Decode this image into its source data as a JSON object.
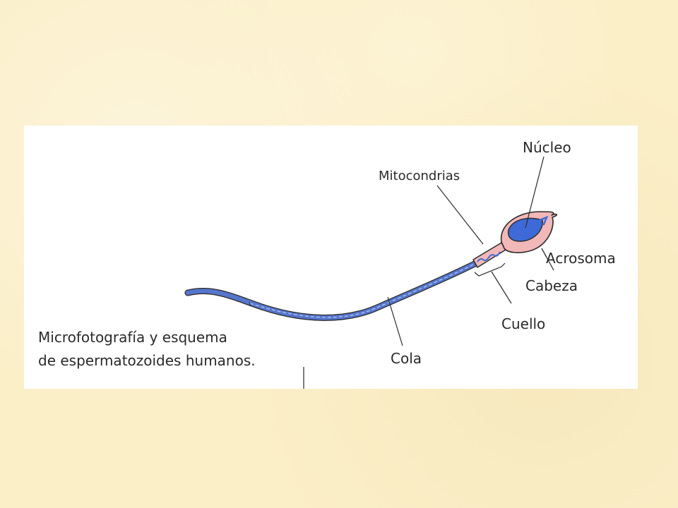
{
  "caption": {
    "line1": "Microfotografía y esquema",
    "line2": "de espermatozoides humanos."
  },
  "labels": {
    "nucleo": "Núcleo",
    "mitocondrias": "Mitocondrias",
    "acrosoma": "Acrosoma",
    "cabeza": "Cabeza",
    "cuello": "Cuello",
    "cola": "Cola"
  },
  "colors": {
    "background": "#fbefc8",
    "tail": "#4f6fc8",
    "head_outer": "#f2b7b7",
    "nucleus": "#3d6ad6",
    "outline": "#2a2a2a"
  }
}
